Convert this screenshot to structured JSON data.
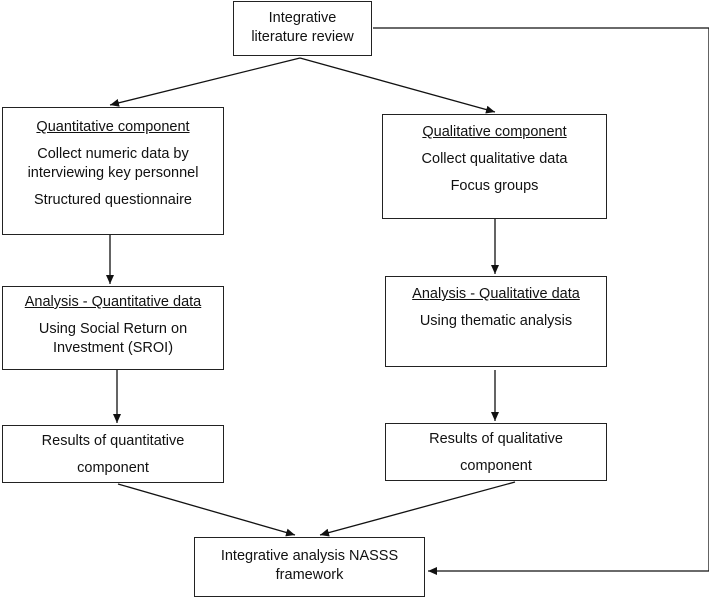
{
  "review": {
    "line1": "Integrative",
    "line2": "literature review"
  },
  "quantitative": {
    "title": "Quantitative component",
    "line1": "Collect numeric data by",
    "line2": "interviewing key personnel",
    "line3": "Structured questionnaire"
  },
  "qualitative": {
    "title": "Qualitative component",
    "line1": "Collect qualitative data",
    "line2": "Focus groups"
  },
  "analysis_quant": {
    "title": "Analysis - Quantitative data",
    "line1": "Using Social Return on",
    "line2": "Investment (SROI)"
  },
  "analysis_qual": {
    "title": "Analysis - Qualitative data",
    "line1": "Using thematic analysis"
  },
  "results_quant": {
    "line1": "Results of quantitative",
    "line2": "component"
  },
  "results_qual": {
    "line1": "Results of qualitative",
    "line2": "component"
  },
  "integrative": {
    "line1": "Integrative analysis NASSS",
    "line2": "framework"
  }
}
